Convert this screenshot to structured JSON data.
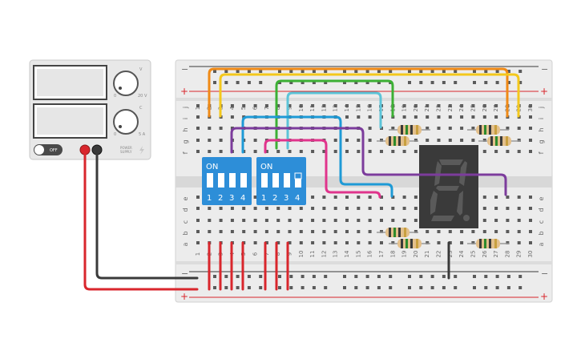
{
  "power_supply": {
    "knob_voltage_top": "V",
    "knob_voltage_min": "0",
    "knob_voltage_max": "20 V",
    "knob_current_top": "C",
    "knob_current_min": "0",
    "knob_current_max": "5 A",
    "switch_label": "OFF",
    "brand_line1": "POWER",
    "brand_line2": "SUPPLY"
  },
  "breadboard": {
    "columns": [
      "1",
      "2",
      "3",
      "4",
      "5",
      "6",
      "7",
      "8",
      "9",
      "10",
      "11",
      "12",
      "13",
      "14",
      "15",
      "16",
      "17",
      "18",
      "19",
      "20",
      "21",
      "22",
      "23",
      "24",
      "25",
      "26",
      "27",
      "28",
      "29",
      "30"
    ],
    "rows_top": [
      "j",
      "i",
      "h",
      "g",
      "f"
    ],
    "rows_bottom": [
      "e",
      "d",
      "c",
      "b",
      "a"
    ],
    "rail_minus": "−",
    "rail_plus": "+"
  },
  "dip_switch_1": {
    "label": "ON",
    "numbers": [
      "1",
      "2",
      "3",
      "4"
    ]
  },
  "dip_switch_2": {
    "label": "ON",
    "numbers": [
      "1",
      "2",
      "3",
      "4"
    ]
  },
  "colors": {
    "wire_red": "#d9262c",
    "wire_black": "#3a3a3a",
    "wire_orange": "#f08a16",
    "wire_yellow": "#f4c81c",
    "wire_green": "#3cb034",
    "wire_lightblue": "#5cc4d8",
    "wire_blue": "#1e9ad6",
    "wire_purple": "#7c3c9c",
    "wire_pink": "#e0348c",
    "dip_body": "#2d8ed8",
    "display_body": "#3a3a3a"
  }
}
